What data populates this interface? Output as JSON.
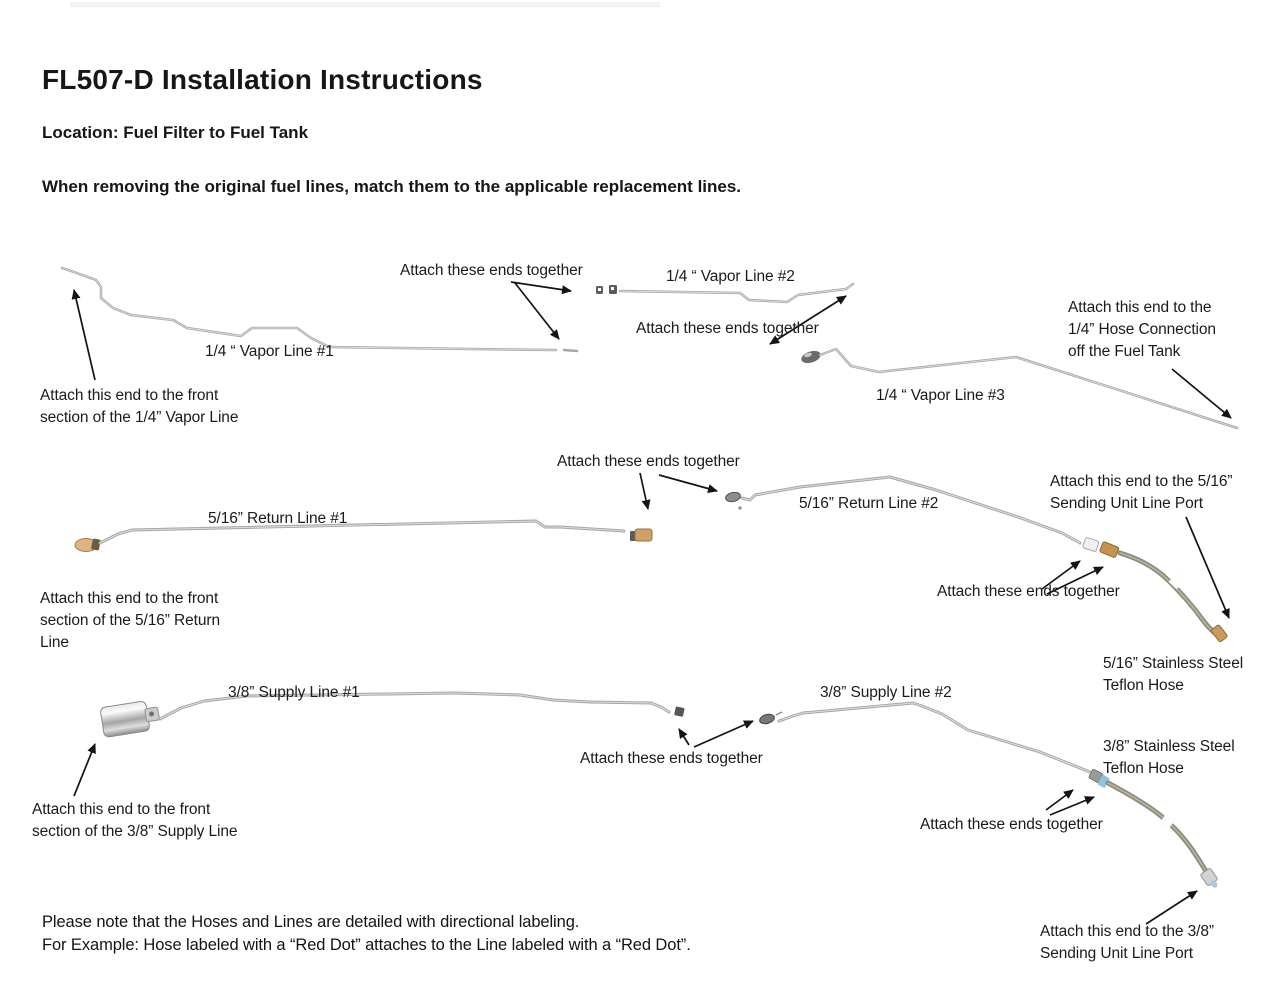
{
  "page": {
    "title": "FL507-D Installation Instructions",
    "location_line": "Location: Fuel Filter to Fuel Tank",
    "intro_line": "When removing the original fuel lines, match them to the applicable replacement lines.",
    "note_line1": "Please note that the Hoses and Lines are detailed with directional labeling.",
    "note_line2": "For Example: Hose labeled with a “Red Dot” attaches to the Line labeled with a “Red Dot”."
  },
  "vapor": {
    "attach_ends_top": "Attach these ends together",
    "line1_label": "1/4 “ Vapor Line #1",
    "line2_label": "1/4 “ Vapor Line #2",
    "attach_ends_mid": "Attach these ends together",
    "line3_label": "1/4 “ Vapor Line #3",
    "attach_front": "Attach this end  to the front\nsection of the 1/4” Vapor Line",
    "attach_tank": "Attach this end to the\n1/4” Hose Connection\noff the Fuel Tank"
  },
  "return": {
    "attach_ends_left": "Attach these ends together",
    "line1_label": "5/16” Return Line #1",
    "line2_label": "5/16” Return Line #2",
    "attach_sending": "Attach this end to the 5/16”\nSending Unit Line Port",
    "attach_front": "Attach this end to the front\nsection of the 5/16” Return\nLine",
    "attach_ends_right": "Attach these ends together",
    "hose_label": "5/16” Stainless Steel\nTeflon Hose"
  },
  "supply": {
    "line1_label": "3/8” Supply Line #1",
    "line2_label": "3/8” Supply Line #2",
    "attach_ends_mid": "Attach these ends together",
    "hose_label": "3/8” Stainless Steel\nTeflon Hose",
    "attach_front": "Attach this end to the front\nsection of the 3/8” Supply Line",
    "attach_ends_right": "Attach these ends together",
    "attach_sending": "Attach this end to the 3/8”\nSending Unit Line Port"
  }
}
